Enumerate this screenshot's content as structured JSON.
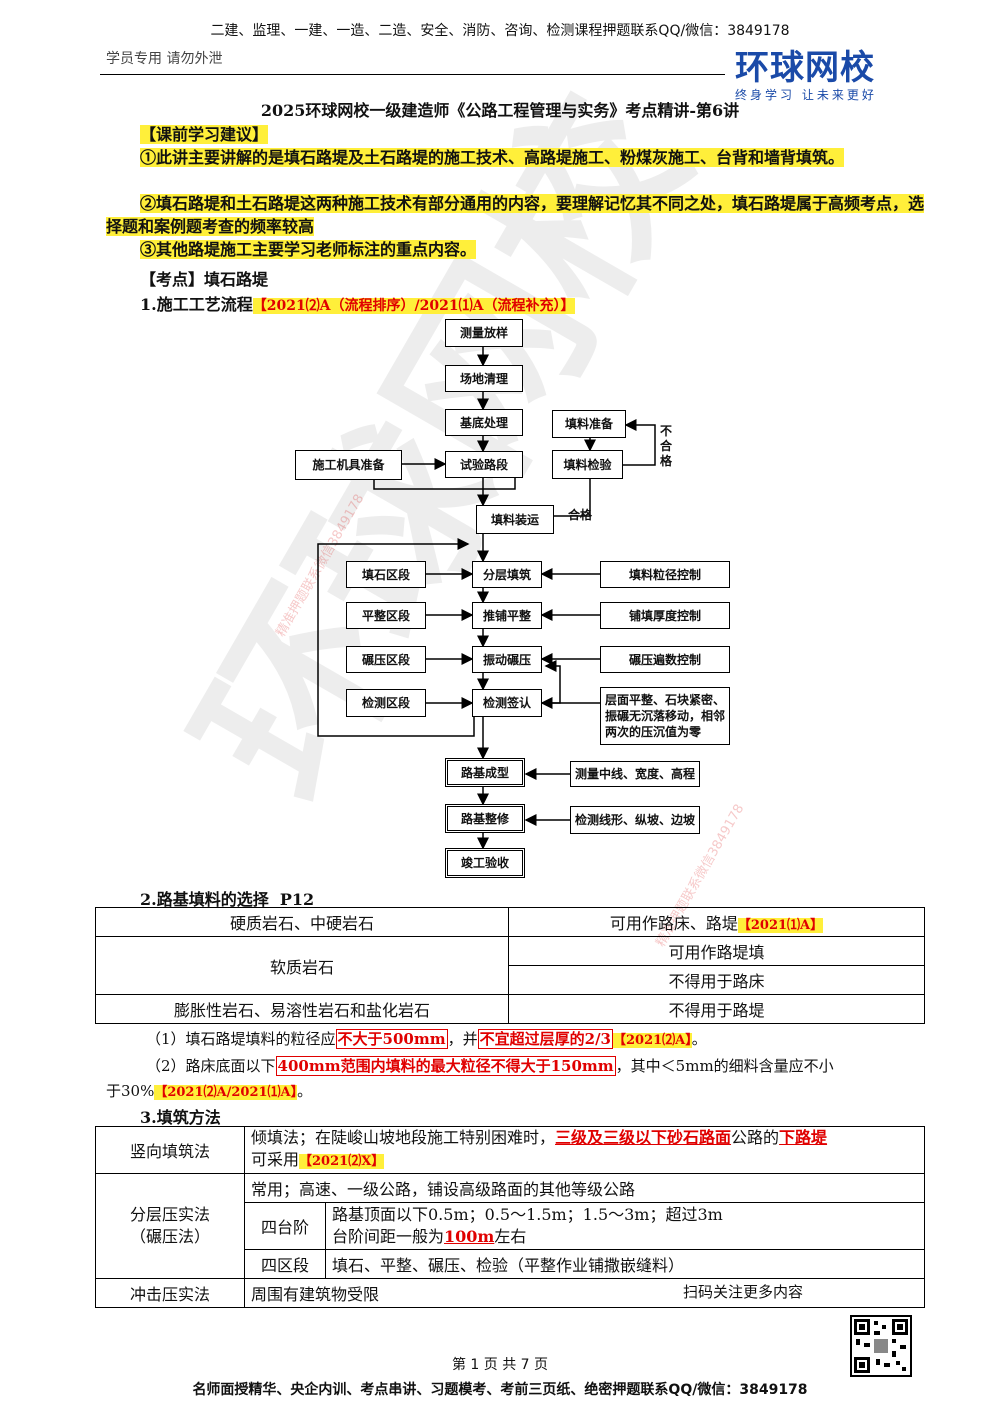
{
  "header": {
    "top_ad": "二建、监理、一建、一造、二造、安全、消防、咨询、检测课程押题联系QQ/微信：3849178",
    "student_note": "学员专用 请勿外泄",
    "logo_name": "环球网校",
    "logo_slogan": "终身学习 让未来更好"
  },
  "title": "2025环球网校一级建造师《公路工程管理与实务》考点精讲-第6讲",
  "advice": {
    "heading": "【课前学习建议】",
    "p1": "①此讲主要讲解的是填石路堤及土石路堤的施工技术、高路堤施工、粉煤灰施工、台背和墙背填筑。",
    "p2": "②填石路堤和土石路堤这两种施工技术有部分通用的内容，要理解记忆其不同之处，填石路堤属于高频考点，选择题和案例题考查的频率较高",
    "p3": "③其他路堤施工主要学习老师标注的重点内容。"
  },
  "kaodian": "【考点】填石路堤",
  "s1": {
    "title": "1.施工工艺流程",
    "tag": "【2021⑵A（流程排序）/2021⑴A（流程补充）】"
  },
  "flow": {
    "main": [
      "测量放样",
      "场地清理",
      "基底处理",
      "试验路段",
      "填料装运",
      "分层填筑",
      "推铺平整",
      "振动碾压",
      "检测签认",
      "路基成型",
      "路基整修",
      "竣工验收"
    ],
    "fill_prep": "填料准备",
    "fill_check": "填料检验",
    "not_ok": "不合格",
    "ok": "合格",
    "machine": "施工机具准备",
    "zones": [
      "填石区段",
      "平整区段",
      "碾压区段",
      "检测区段"
    ],
    "controls": [
      "填料粒径控制",
      "铺填厚度控制",
      "碾压遍数控制"
    ],
    "check_note": "层面平整、石块紧密、振碾无沉落移动，相邻两次的压沉值为零",
    "measure1": "测量中线、宽度、高程",
    "measure2": "检测线形、纵坡、边坡"
  },
  "s2": {
    "title": "2.路基填料的选择",
    "page": "P12"
  },
  "t1": {
    "r1": [
      "硬质岩石、中硬岩石",
      "可用作路床、路堤",
      "【2021⑴A】"
    ],
    "r2": [
      "软质岩石",
      "可用作路堤填",
      "不得用于路床"
    ],
    "r3": [
      "膨胀性岩石、易溶性岩石和盐化岩石",
      "不得用于路堤"
    ]
  },
  "n1": {
    "a": "（1）填石路堤填料的粒径应",
    "b": "不大于500mm",
    "c": "，并",
    "d": "不宜超过层厚的2/3",
    "e": "【2021⑵A】",
    "f": "。"
  },
  "n2": {
    "a": "（2）路床底面以下",
    "b": "400mm范围内填料的最大粒径不得大于150mm",
    "c": "，其中＜5mm的细料含量应不小",
    "d": "于30%",
    "e": "【2021⑵A/2021⑴A】",
    "f": "。"
  },
  "s3": {
    "title": "3.填筑方法"
  },
  "t2": {
    "v_name": "竖向填筑法",
    "v_a": "倾填法；在陡峻山坡地段施工特别困难时，",
    "v_b": "三级及三级以下砂石路面",
    "v_c": "公路的",
    "v_d": "下路堤",
    "v_e": "可采用",
    "v_tag": "【2021⑵X】",
    "l_name1": "分层压实法",
    "l_name2": "（碾压法）",
    "l_common": "常用；高速、一级公路，铺设高级路面的其他等级公路",
    "step_name": "四台阶",
    "step_a": "路基顶面以下0.5m；0.5～1.5m；1.5～3m；超过3m",
    "step_b": "台阶间距一般为",
    "step_c": "100m",
    "step_d": "左右",
    "zone_name": "四区段",
    "zone_val": "填石、平整、碾压、检验（平整作业铺撒嵌缝料）",
    "i_name": "冲击压实法",
    "i_val": "周围有建筑物受限"
  },
  "footer": {
    "scan": "扫码关注更多内容",
    "page": "第 1 页 共 7 页",
    "ad": "名师面授精华、央企内训、考点串讲、习题模考、考前三页纸、绝密押题联系QQ/微信：3849178"
  },
  "watermark": {
    "big": "环球网校",
    "small": "精准押题联系微信3849178"
  }
}
